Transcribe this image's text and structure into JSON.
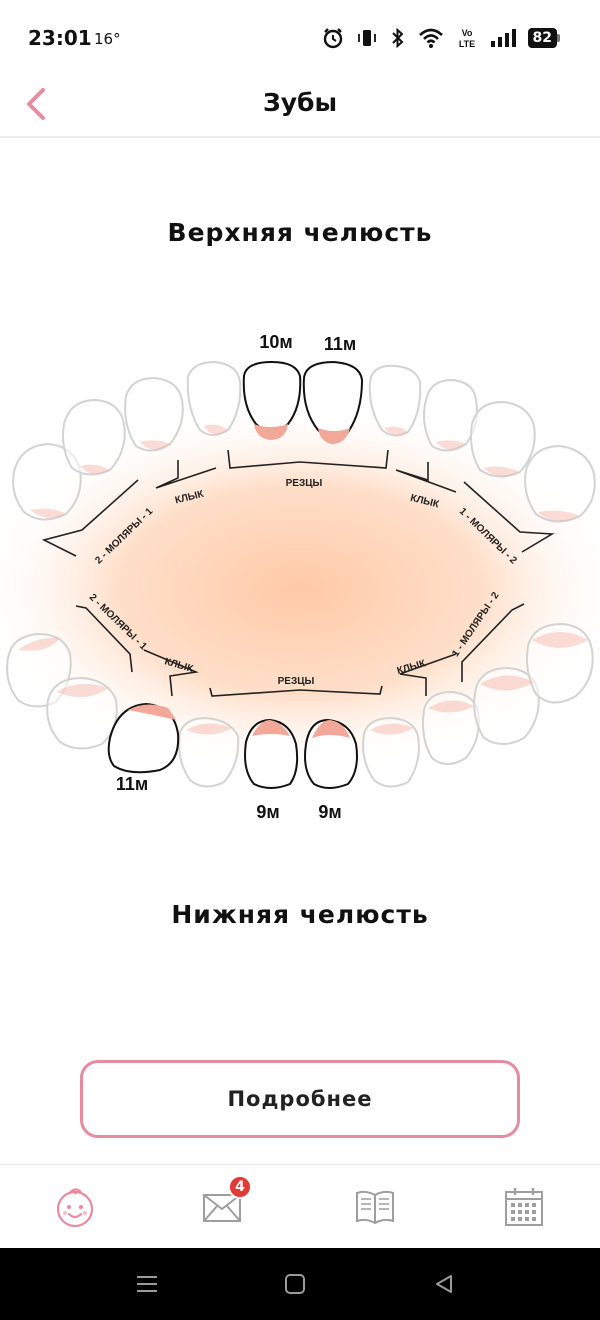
{
  "status_bar": {
    "time": "23:01",
    "temperature": "16°",
    "battery": "82",
    "network_label": "Vo LTE"
  },
  "header": {
    "title": "Зубы"
  },
  "content": {
    "upper_jaw_label": "Верхняя челюсть",
    "lower_jaw_label": "Нижняя челюсть",
    "more_button_label": "Подробнее"
  },
  "diagram": {
    "upper_labels": {
      "incisors": "РЕЗЦЫ",
      "canine_left": "КЛЫК",
      "canine_right": "КЛЫК",
      "molars_left": "2 - МОЛЯРЫ - 1",
      "molars_right": "1 - МОЛЯРЫ - 2"
    },
    "lower_labels": {
      "incisors": "РЕЗЦЫ",
      "canine_left": "КЛЫК",
      "canine_right": "КЛЫК",
      "molars_left": "2 - МОЛЯРЫ - 1",
      "molars_right": "1 - МОЛЯРЫ - 2"
    },
    "tooth_ages": {
      "upper_central_left": "10м",
      "upper_central_right": "11м",
      "lower_molar_left": "11м",
      "lower_central_left": "9м",
      "lower_central_right": "9м"
    }
  },
  "bottom_nav": {
    "messages_badge": "4"
  },
  "colors": {
    "accent_pink": "#e68ba0",
    "gum_pink": "#f2a898",
    "badge_red": "#e53935",
    "glow_orange": "#ffc9a6"
  },
  "icons": {
    "back": "chevron-left-icon",
    "nav": [
      "baby-face-icon",
      "mail-icon",
      "book-icon",
      "calendar-icon"
    ]
  }
}
